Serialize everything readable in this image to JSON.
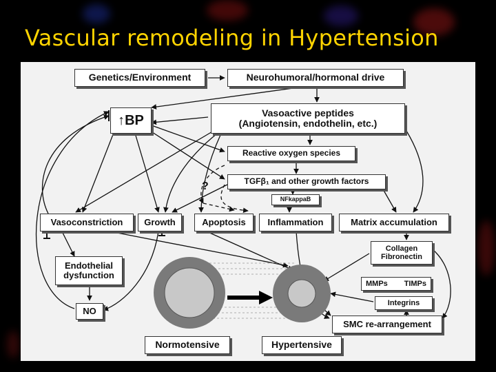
{
  "slide": {
    "title": "Vascular remodeling in Hypertension"
  },
  "diagram": {
    "genetics": "Genetics/Environment",
    "neurohumoral": "Neurohumoral/hormonal drive",
    "bp_arrow": "↑",
    "bp": "BP",
    "vasoactive_line1": "Vasoactive peptides",
    "vasoactive_line2": "(Angiotensin, endothelin, etc.)",
    "ros": "Reactive oxygen species",
    "tgf": "TGFβ₁ and other growth factors",
    "question": "?",
    "nfkappab": "NFkappaB",
    "vasoconstriction": "Vasoconstriction",
    "growth": "Growth",
    "apoptosis": "Apoptosis",
    "inflammation": "Inflammation",
    "matrix": "Matrix accumulation",
    "collagen_line1": "Collagen",
    "collagen_line2": "Fibronectin",
    "mmps": "MMPs",
    "timps": "TIMPs",
    "integrins": "Integrins",
    "smc": "SMC re-arrangement",
    "endothelial_line1": "Endothelial",
    "endothelial_line2": "dysfunction",
    "no": "NO",
    "normotensive": "Normotensive",
    "hypertensive": "Hypertensive"
  },
  "colors": {
    "title": "#ffd400",
    "background": "#000000",
    "panel": "#f2f2f2",
    "vessel_outer": "#7a7a7a",
    "vessel_inner": "#c8c8c8"
  }
}
